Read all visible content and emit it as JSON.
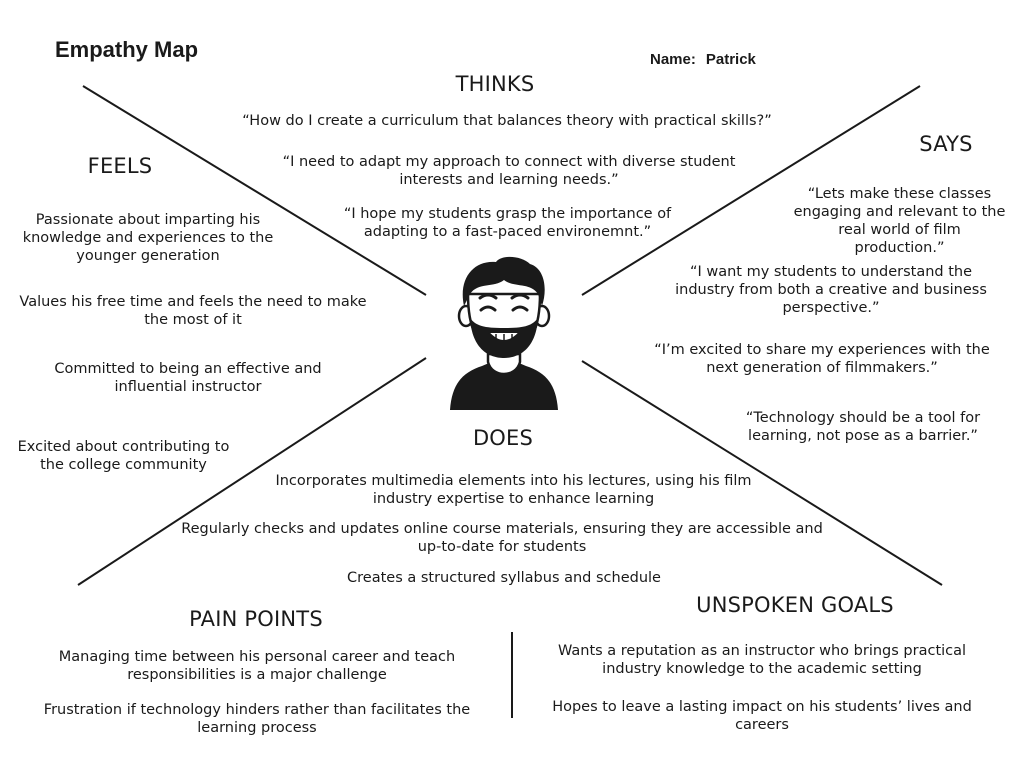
{
  "title": "Empathy Map",
  "name": {
    "label": "Name:",
    "value": "Patrick"
  },
  "thinks": {
    "heading": "THINKS",
    "items": [
      "“How do I create a curriculum that balances theory with practical skills?”",
      "“I need to adapt my approach to connect with diverse student interests and learning needs.”",
      "“I hope my students grasp the importance of adapting to a fast-paced environemnt.”"
    ]
  },
  "says": {
    "heading": "SAYS",
    "items": [
      "“Lets make these classes engaging and relevant to the real world of film production.”",
      "“I want my students to understand the industry from both a creative and business perspective.”",
      "“I’m excited to share my experiences with the next generation of filmmakers.”",
      "“Technology should be a tool for learning, not pose as a barrier.”"
    ]
  },
  "feels": {
    "heading": "FEELS",
    "items": [
      "Passionate about imparting his knowledge and experiences to the younger generation",
      "Values his free time and feels the need to make the most of it",
      "Committed to being an effective and influential instructor",
      "Excited about contributing to the college community"
    ]
  },
  "does": {
    "heading": "DOES",
    "items": [
      "Incorporates multimedia elements into his lectures, using his film industry expertise to enhance learning",
      "Regularly checks and updates online course materials, ensuring they are accessible and up-to-date for students",
      "Creates a structured syllabus and schedule"
    ]
  },
  "pain_points": {
    "heading": "PAIN POINTS",
    "items": [
      "Managing time between his personal career and teach responsibilities is a major challenge",
      "Frustration if technology hinders rather than facilitates the learning process"
    ]
  },
  "unspoken_goals": {
    "heading": "UNSPOKEN GOALS",
    "items": [
      "Wants a reputation as an instructor who brings practical industry knowledge to the academic setting",
      "Hopes to leave a lasting impact on his students’ lives and careers"
    ]
  }
}
